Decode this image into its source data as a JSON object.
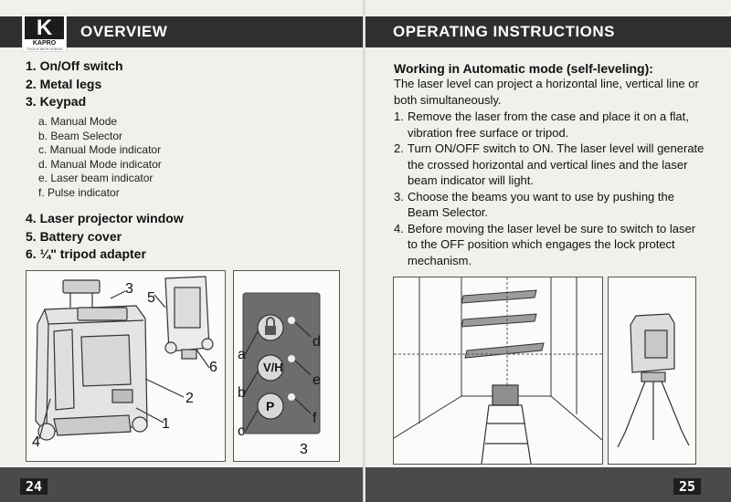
{
  "left_page": {
    "logo": {
      "letter": "K",
      "word": "KAPRO",
      "tagline": "TOOLS WITH VISION"
    },
    "header_title": "OVERVIEW",
    "parts_top": [
      "1. On/Off switch",
      "2. Metal legs",
      "3. Keypad"
    ],
    "keypad_items": [
      "a. Manual Mode",
      "b. Beam Selector",
      "c. Manual Mode indicator",
      "d. Manual Mode indicator",
      "e. Laser beam indicator",
      "f. Pulse indicator"
    ],
    "parts_bottom": [
      "4. Laser projector window",
      "5. Battery cover",
      "6. ¼\" tripod adapter"
    ],
    "figure_callouts": [
      "1",
      "2",
      "3",
      "4",
      "5",
      "6"
    ],
    "keypad_callouts": [
      "a",
      "b",
      "c",
      "d",
      "e",
      "f",
      "3"
    ],
    "keypad_buttons": [
      "V/H",
      "P"
    ],
    "page_number": "24"
  },
  "right_page": {
    "header_title": "OPERATING INSTRUCTIONS",
    "section_heading": "Working in Automatic mode (self-leveling):",
    "intro": "The laser level can project a horizontal line, vertical line or both simultaneously.",
    "steps": [
      {
        "num": "1.",
        "text": "Remove the laser from the case and place it on a flat, vibration free surface or tripod."
      },
      {
        "num": "2.",
        "text": "Turn ON/OFF switch to ON. The laser level will generate the crossed horizontal and vertical lines and the laser beam indicator will light."
      },
      {
        "num": "3.",
        "text": "Choose the beams you want to use by pushing the Beam Selector."
      },
      {
        "num": "4.",
        "text": "Before moving the laser level be sure to switch to laser to the OFF position which engages the lock protect mechanism."
      }
    ],
    "page_number": "25"
  },
  "colors": {
    "header_bar": "#2f2f31",
    "footer_bar": "#4a4a4c",
    "page": "#f1f0ec"
  }
}
